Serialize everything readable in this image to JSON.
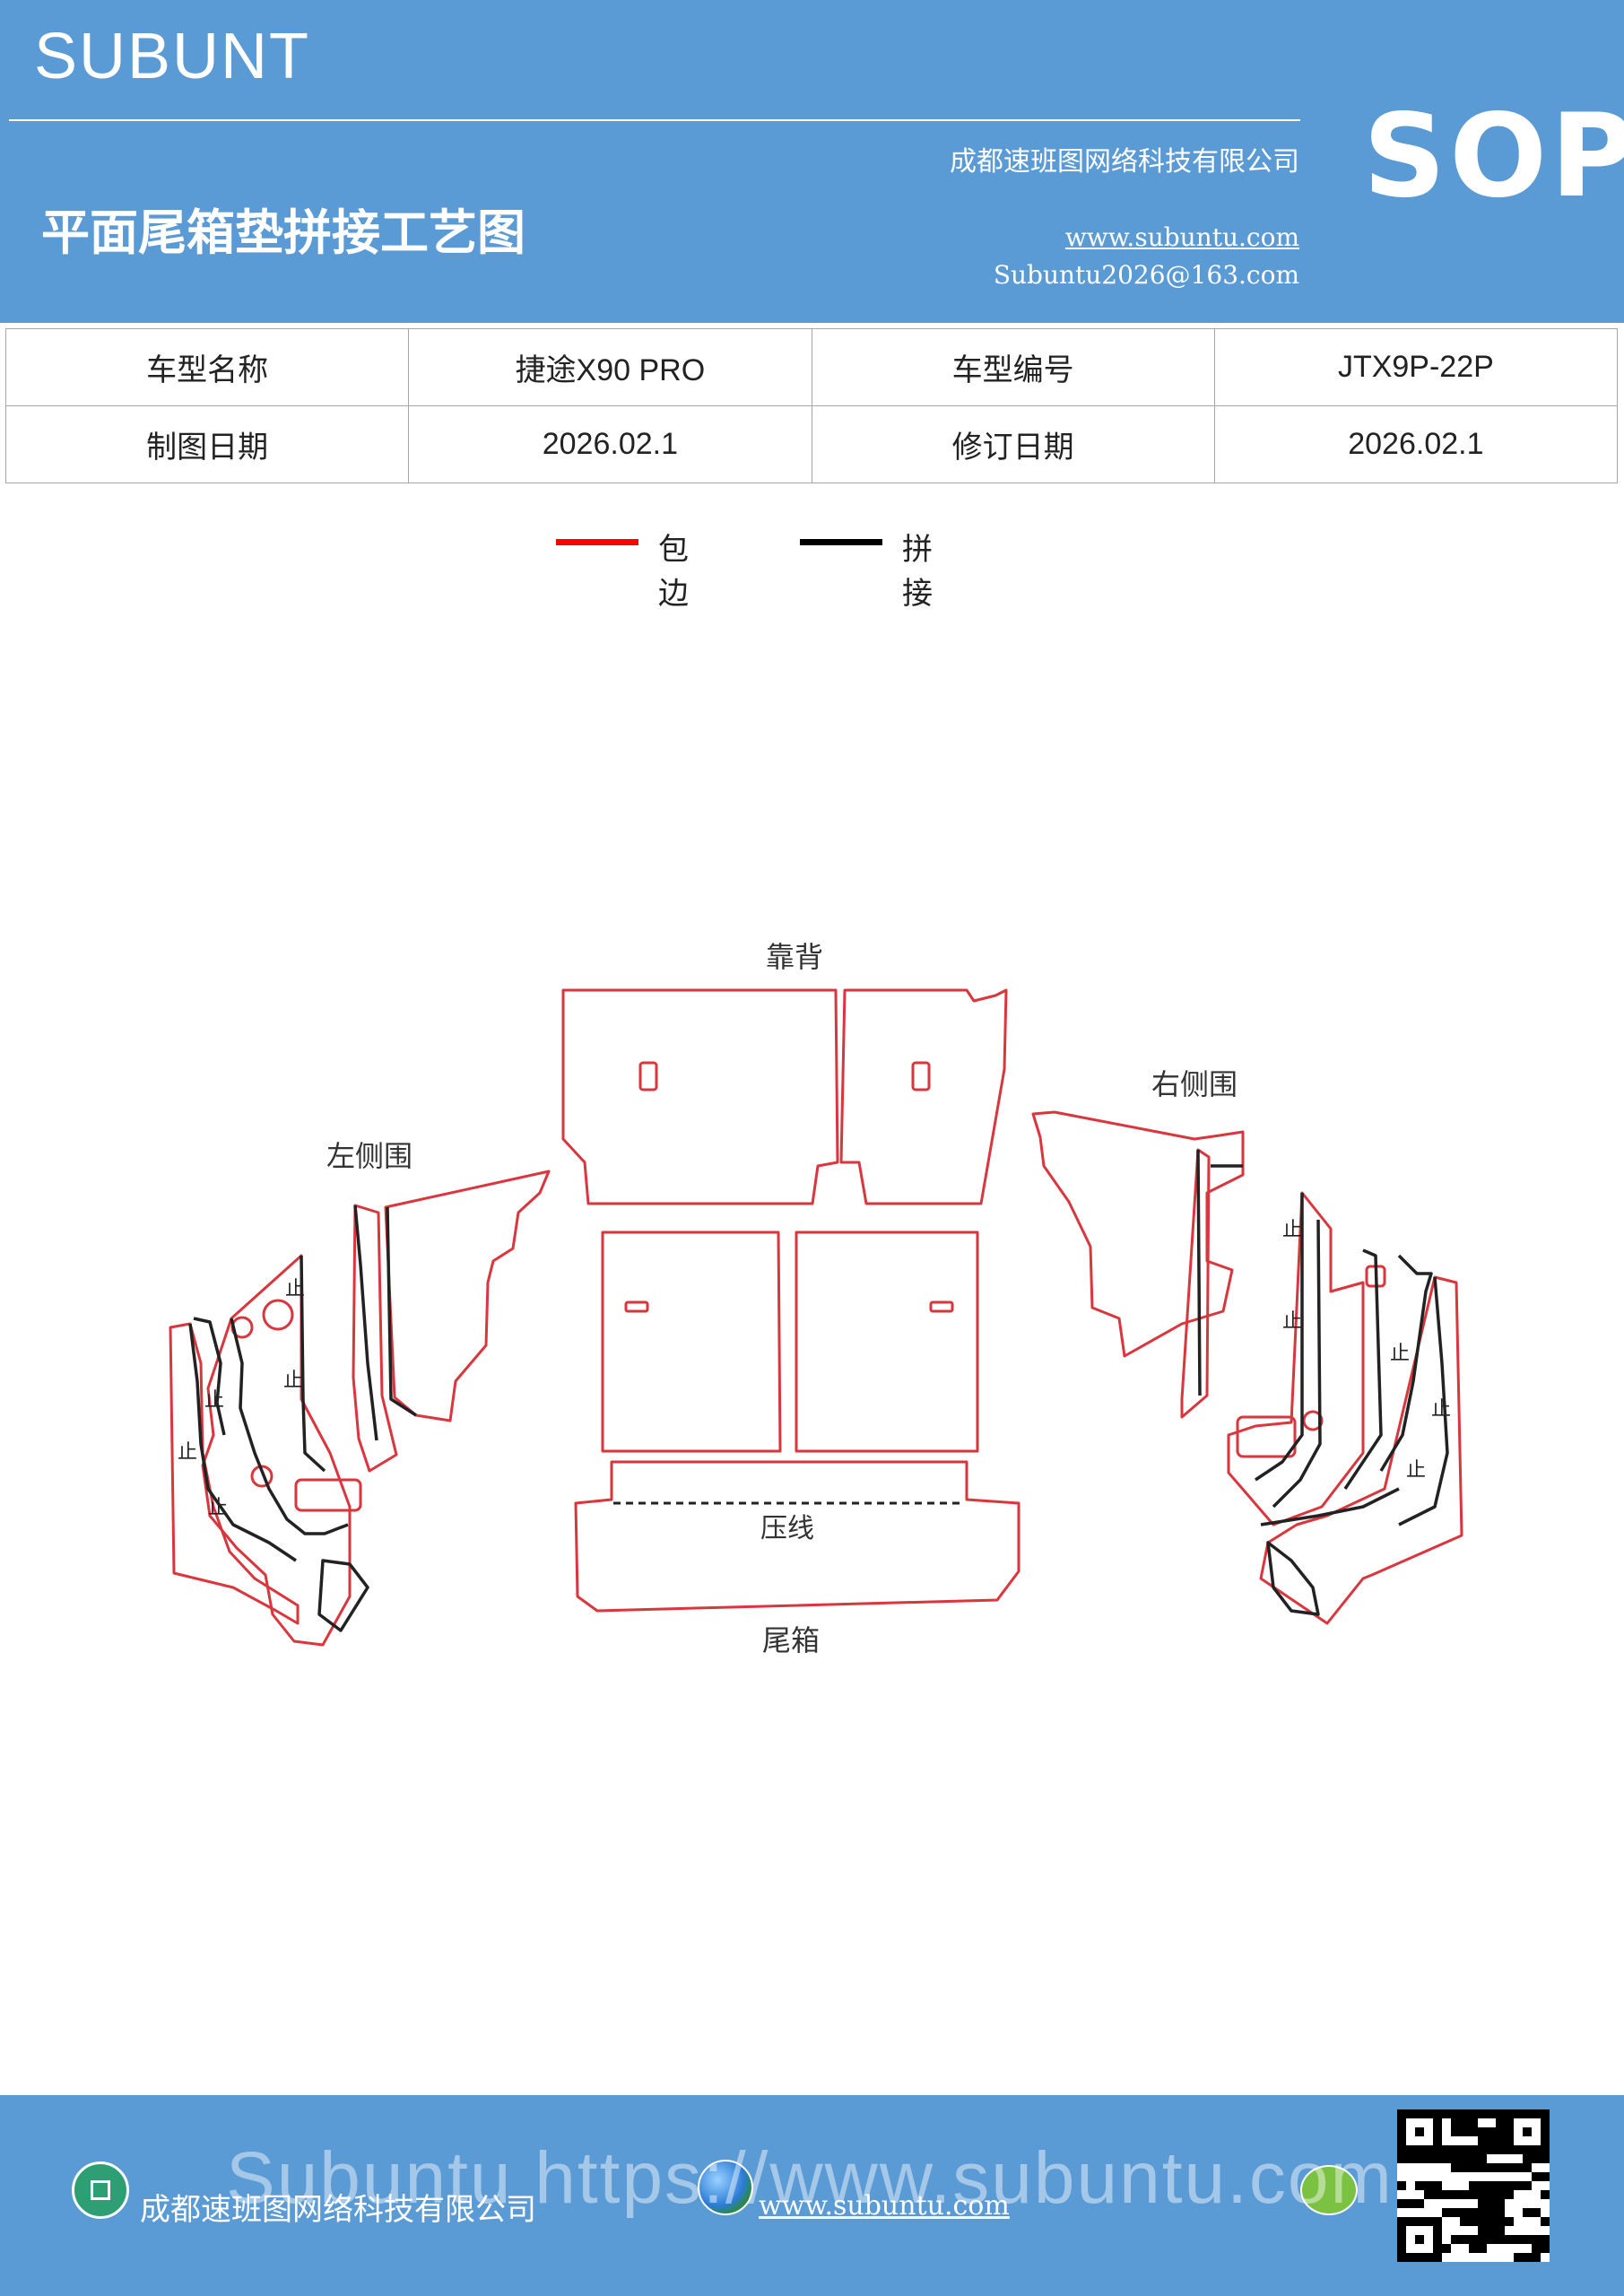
{
  "header": {
    "brand": "SUBUNT",
    "sop": "SOP",
    "title": "平面尾箱垫拼接工艺图",
    "company": "成都速班图网络科技有限公司",
    "website": "www.subuntu.com",
    "email": "Subuntu2026@163.com"
  },
  "info_table": {
    "row1": {
      "label1": "车型名称",
      "value1": "捷途X90  PRO",
      "label2": "车型编号",
      "value2": "JTX9P-22P"
    },
    "row2": {
      "label1": "制图日期",
      "value1": "2026.02.1",
      "label2": "修订日期",
      "value2": "2026.02.1"
    }
  },
  "legend": {
    "items": [
      {
        "label": "包边",
        "color": "#ff0000"
      },
      {
        "label": "拼接",
        "color": "#000000"
      }
    ]
  },
  "diagram": {
    "labels": {
      "backrest": "靠背",
      "left_side": "左侧围",
      "right_side": "右侧围",
      "press_line": "压线",
      "trunk": "尾箱"
    },
    "stop_mark": "止",
    "colors": {
      "edge": "#d9363e",
      "seam": "#222222"
    }
  },
  "footer": {
    "company": "成都速班图网络科技有限公司",
    "website": "www.subuntu.com",
    "overlay": "Subuntu  https://www.subuntu.com"
  }
}
